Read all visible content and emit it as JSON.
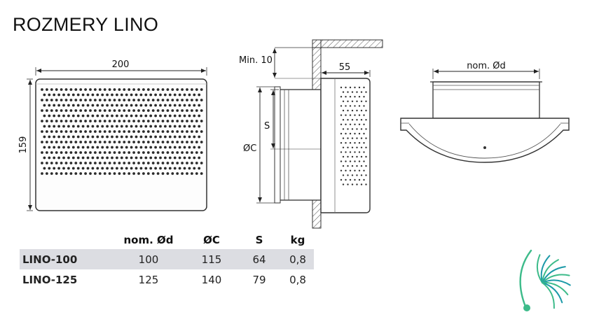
{
  "title": "ROZMERY LINO",
  "dimensions": {
    "width": "200",
    "height": "159",
    "min_gap": "Min. 10",
    "depth": "55",
    "s": "S",
    "oc": "ØC",
    "nom_d": "nom. Ød"
  },
  "table": {
    "headers": [
      "",
      "nom. Ød",
      "ØC",
      "S",
      "kg"
    ],
    "rows": [
      {
        "model": "LINO-100",
        "nom_d": "100",
        "oc": "115",
        "s": "64",
        "kg": "0,8"
      },
      {
        "model": "LINO-125",
        "nom_d": "125",
        "oc": "140",
        "s": "79",
        "kg": "0,8"
      }
    ]
  },
  "colors": {
    "row_shade": "#dcdde2",
    "logo_green": "#3dbb8a",
    "logo_teal": "#1c9aa8"
  }
}
